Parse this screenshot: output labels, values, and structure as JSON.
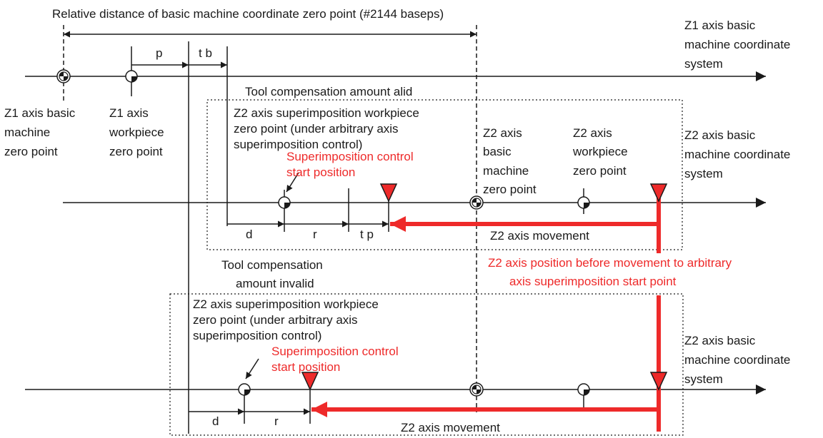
{
  "colors": {
    "black": "#1a1a1a",
    "red": "#ee2a2a",
    "white": "#ffffff"
  },
  "labels": {
    "baseps": "Relative distance of basic machine coordinate zero point (#2144 baseps)",
    "z1_system": [
      "Z1 axis basic",
      "machine coordinate",
      "system"
    ],
    "p": "p",
    "tb": "t b",
    "tool_valid": "Tool compensation amount alid",
    "z1_basic_zero": [
      "Z1 axis basic",
      "machine",
      "zero point"
    ],
    "z1_workpiece_zero": [
      "Z1 axis",
      "workpiece",
      "zero point"
    ],
    "z2_super_workpiece_1": [
      "Z2 axis superimposition workpiece",
      "zero point (under arbitrary axis",
      "superimposition control)"
    ],
    "super_start_1": [
      "Superimposition control",
      "start position"
    ],
    "z2_basic_zero": [
      "Z2 axis",
      "basic",
      "machine",
      "zero point"
    ],
    "z2_workpiece_zero": [
      "Z2 axis",
      "workpiece",
      "zero point"
    ],
    "z2_system_1": [
      "Z2 axis basic",
      "machine coordinate",
      "system"
    ],
    "d1": "d",
    "r1": "r",
    "tp": "t p",
    "z2_movement_1": "Z2 axis movement",
    "tool_invalid": [
      "Tool compensation",
      "amount invalid"
    ],
    "z2_before": [
      "Z2 axis position before movement to arbitrary",
      "axis superimposition start point"
    ],
    "z2_super_workpiece_2": [
      "Z2 axis superimposition workpiece",
      "zero point (under arbitrary axis",
      "superimposition control)"
    ],
    "super_start_2": [
      "Superimposition control",
      "start position"
    ],
    "z2_system_2": [
      "Z2 axis basic",
      "machine coordinate",
      "system"
    ],
    "d2": "d",
    "r2": "r",
    "z2_movement_2": "Z2 axis movement"
  }
}
